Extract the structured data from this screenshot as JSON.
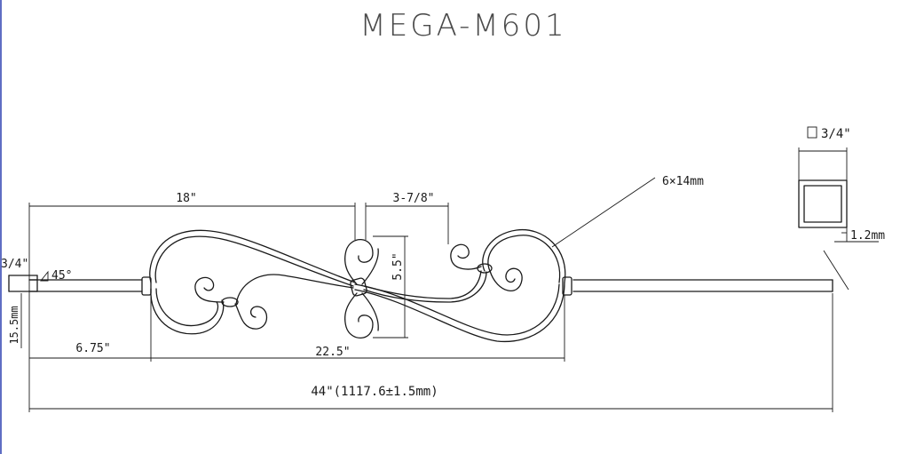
{
  "title": "MEGA-M601",
  "dimensions": {
    "overall_length": "44\"(1117.6±1.5mm)",
    "to_knuckle": "18\"",
    "knuckle_gap": "3-7/8\"",
    "scroll_height": "5.5\"",
    "scroll_width": "22.5\"",
    "bottom_offset": "6.75\"",
    "end_size": "3/4\"",
    "end_angle": "45°",
    "end_length": "15.5mm",
    "collar": "6×14mm",
    "section_size": "3/4\"",
    "wall_thickness": "1.2mm"
  },
  "colors": {
    "line": "#1a1a1a",
    "title": "#4a4a4a",
    "border": "#2a3eb0"
  }
}
